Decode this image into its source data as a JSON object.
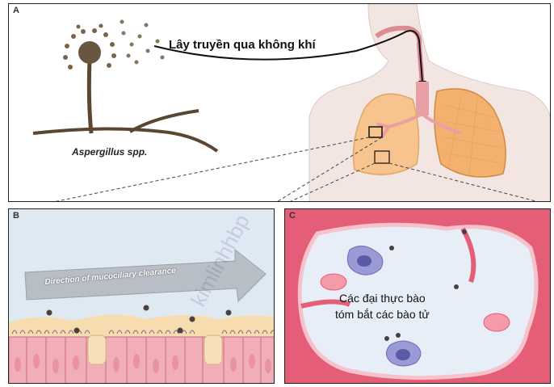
{
  "panels": {
    "a": {
      "label": "A",
      "transmission_label": "Lây truyền qua không khí",
      "species_label": "Aspergillus spp."
    },
    "b": {
      "label": "B",
      "arrow_label": "Direction of mucociliary clearance"
    },
    "c": {
      "label": "C",
      "caption_line1": "Các đại thực bào",
      "caption_line2": "tóm bắt các bào tử"
    }
  },
  "watermark": "kimlinhhbp",
  "colors": {
    "lung": "#f7c48e",
    "airway": "#e8a0a4",
    "tissue": "#e35e76",
    "alveolus_space": "#e8eef7",
    "macrophage": "#9a9ad6",
    "cell": "#f2aeb8",
    "mucus": "#f7dcb0"
  }
}
